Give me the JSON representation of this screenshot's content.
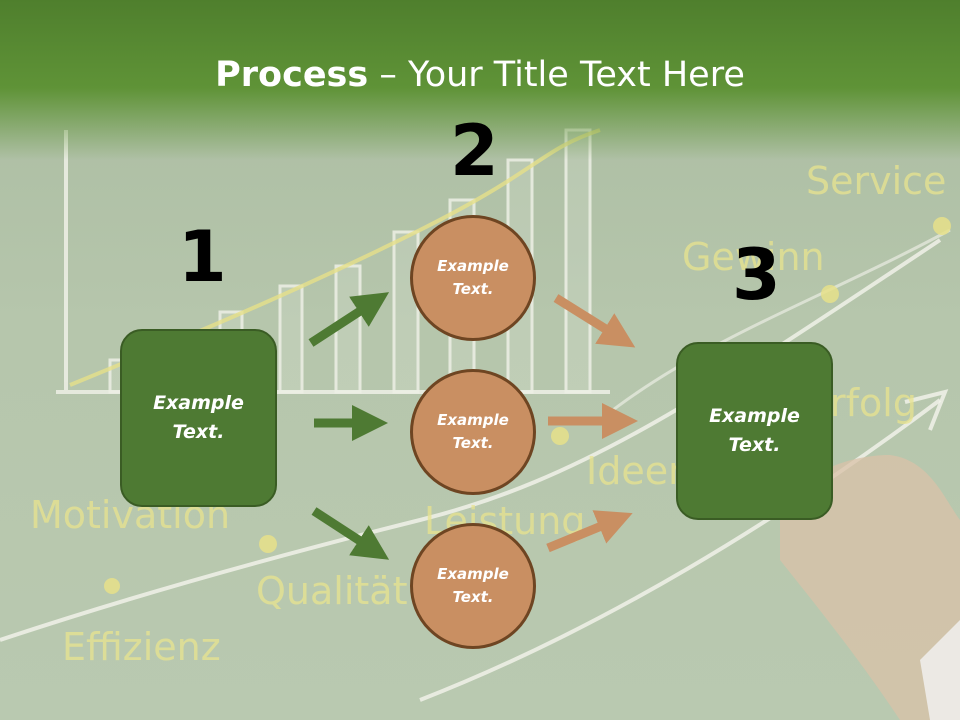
{
  "title": {
    "bold": "Process",
    "rest": " – Your Title Text Here"
  },
  "steps": [
    {
      "number": "1",
      "box_text": "Example\nText."
    },
    {
      "number": "2",
      "circles": [
        "Example\nText.",
        "Example\nText.",
        "Example\nText."
      ]
    },
    {
      "number": "3",
      "box_text": "Example\nText."
    }
  ],
  "background_words": [
    "Service",
    "Gewinn",
    "Erfolg",
    "Ideen",
    "Leistung",
    "Motivation",
    "Qualität",
    "Effizienz"
  ],
  "colors": {
    "header_green": "#5f9337",
    "box_green": "#4e7a33",
    "circle_orange": "#c98f62",
    "arrow_green": "#4e7a33",
    "arrow_orange": "#c98f62",
    "chalk_yellow": "#e6e08a"
  }
}
